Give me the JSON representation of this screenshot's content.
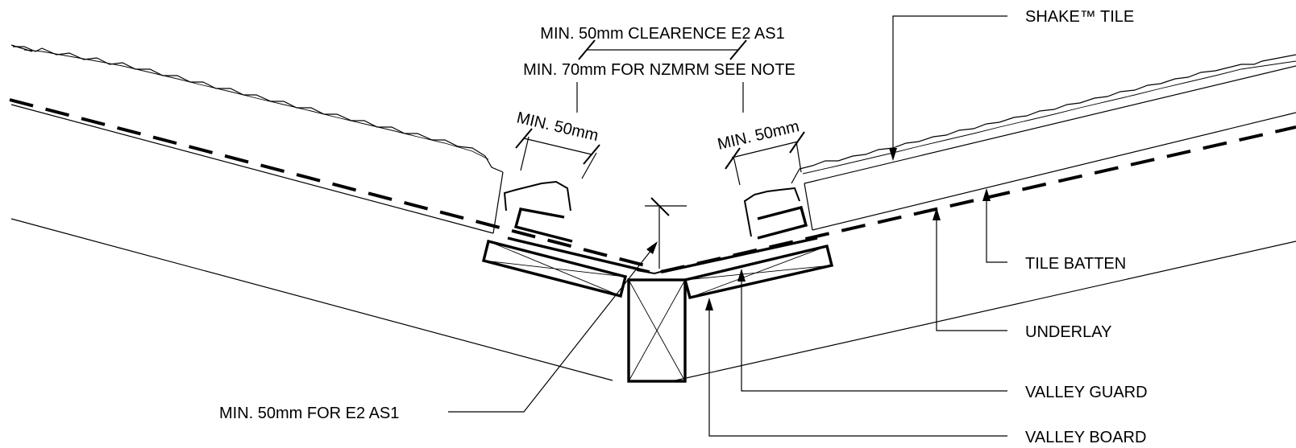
{
  "labels": {
    "clearance_e2": "MIN. 50mm CLEARENCE E2 AS1",
    "clearance_nzmrm": "MIN. 70mm FOR NZMRM SEE NOTE",
    "min50_left": "MIN. 50mm",
    "min50_right": "MIN. 50mm",
    "shake_tile": "SHAKE™ TILE",
    "tile_batten": "TILE BATTEN",
    "underlay": "UNDERLAY",
    "valley_guard": "VALLEY GUARD",
    "valley_board": "VALLEY BOARD",
    "min50_e2": "MIN. 50mm FOR E2 AS1"
  }
}
